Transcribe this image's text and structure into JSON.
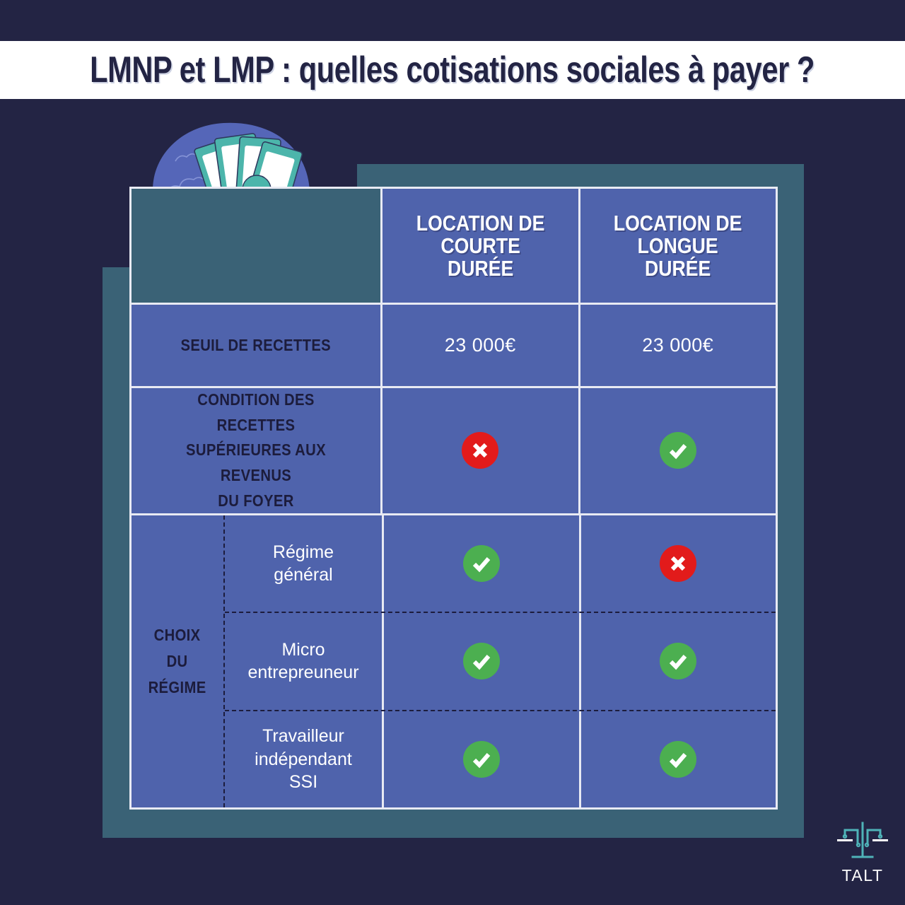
{
  "title": "LMNP et LMP : quelles cotisations sociales à payer ?",
  "colors": {
    "background_navy": "#232444",
    "title_bar": "#ffffff",
    "frame_teal": "#3a6276",
    "cell_blue": "#4f63ac",
    "grid_white": "#e8eaf3",
    "label_navy": "#1c1c3c",
    "yes_green": "#4caf50",
    "no_red": "#e21b1b",
    "logo_teal": "#4fb3b8"
  },
  "illustration": {
    "name": "house-with-banknotes-illustration",
    "alt": "Maison blanche avec billets de banque"
  },
  "table": {
    "columns": [
      {
        "id": "col-label",
        "label": ""
      },
      {
        "id": "col-courte",
        "label": "LOCATION DE\nCOURTE\nDURÉE"
      },
      {
        "id": "col-longue",
        "label": "LOCATION DE\nLONGUE\nDURÉE"
      }
    ],
    "rows": [
      {
        "id": "row-seuil",
        "label": "SEUIL DE RECETTES",
        "cells": [
          {
            "type": "text",
            "value": "23 000€"
          },
          {
            "type": "text",
            "value": "23 000€"
          }
        ]
      },
      {
        "id": "row-condition",
        "label": "CONDITION DES RECETTES\nSUPÉRIEURES AUX REVENUS\nDU FOYER",
        "cells": [
          {
            "type": "mark",
            "value": "no"
          },
          {
            "type": "mark",
            "value": "yes"
          }
        ]
      }
    ],
    "group_row": {
      "id": "row-choix",
      "label": "CHOIX\nDU\nRÉGIME",
      "subrows": [
        {
          "id": "subrow-regime-general",
          "label": "Régime\ngénéral",
          "cells": [
            {
              "type": "mark",
              "value": "yes"
            },
            {
              "type": "mark",
              "value": "no"
            }
          ]
        },
        {
          "id": "subrow-micro-entrepreneur",
          "label": "Micro\nentrepreuneur",
          "cells": [
            {
              "type": "mark",
              "value": "yes"
            },
            {
              "type": "mark",
              "value": "yes"
            }
          ]
        },
        {
          "id": "subrow-travailleur-independant",
          "label": "Travailleur\nindépendant\nSSI",
          "cells": [
            {
              "type": "mark",
              "value": "yes"
            },
            {
              "type": "mark",
              "value": "yes"
            }
          ]
        }
      ]
    }
  },
  "logo": {
    "icon": "scales-of-justice-icon",
    "text": "TALT"
  }
}
